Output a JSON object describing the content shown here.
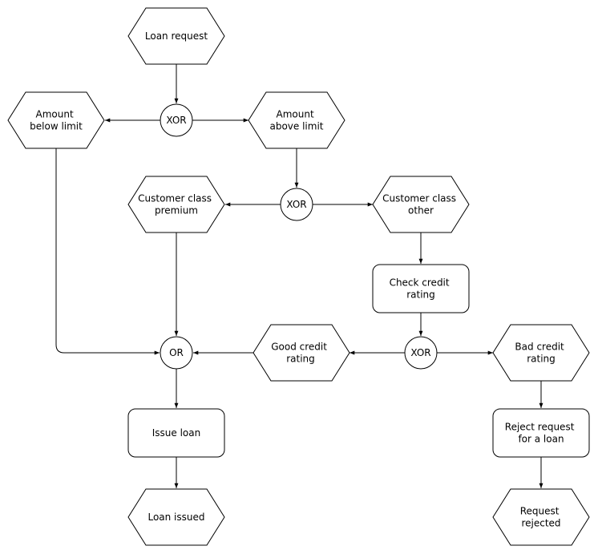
{
  "nodes": {
    "loan_request": {
      "kind": "event",
      "lines": [
        "Loan request"
      ]
    },
    "xor_1": {
      "kind": "connector",
      "lines": [
        "XOR"
      ]
    },
    "amount_below": {
      "kind": "event",
      "lines": [
        "Amount",
        "below limit"
      ]
    },
    "amount_above": {
      "kind": "event",
      "lines": [
        "Amount",
        "above limit"
      ]
    },
    "xor_2": {
      "kind": "connector",
      "lines": [
        "XOR"
      ]
    },
    "class_premium": {
      "kind": "event",
      "lines": [
        "Customer class",
        "premium"
      ]
    },
    "class_other": {
      "kind": "event",
      "lines": [
        "Customer class",
        "other"
      ]
    },
    "check_credit": {
      "kind": "function",
      "lines": [
        "Check credit",
        "rating"
      ]
    },
    "xor_3": {
      "kind": "connector",
      "lines": [
        "XOR"
      ]
    },
    "good_credit": {
      "kind": "event",
      "lines": [
        "Good credit",
        "rating"
      ]
    },
    "bad_credit": {
      "kind": "event",
      "lines": [
        "Bad credit",
        "rating"
      ]
    },
    "or_1": {
      "kind": "connector",
      "lines": [
        "OR"
      ]
    },
    "issue_loan": {
      "kind": "function",
      "lines": [
        "Issue loan"
      ]
    },
    "reject_request": {
      "kind": "function",
      "lines": [
        "Reject request",
        "for a loan"
      ]
    },
    "loan_issued": {
      "kind": "event",
      "lines": [
        "Loan issued"
      ]
    },
    "request_rejected": {
      "kind": "event",
      "lines": [
        "Request",
        "rejected"
      ]
    }
  },
  "edges": [
    {
      "from": "loan_request",
      "to": "xor_1"
    },
    {
      "from": "xor_1",
      "to": "amount_below"
    },
    {
      "from": "xor_1",
      "to": "amount_above"
    },
    {
      "from": "amount_above",
      "to": "xor_2"
    },
    {
      "from": "xor_2",
      "to": "class_premium"
    },
    {
      "from": "xor_2",
      "to": "class_other"
    },
    {
      "from": "class_other",
      "to": "check_credit"
    },
    {
      "from": "check_credit",
      "to": "xor_3"
    },
    {
      "from": "xor_3",
      "to": "good_credit"
    },
    {
      "from": "xor_3",
      "to": "bad_credit"
    },
    {
      "from": "good_credit",
      "to": "or_1"
    },
    {
      "from": "class_premium",
      "to": "or_1"
    },
    {
      "from": "amount_below",
      "to": "or_1"
    },
    {
      "from": "or_1",
      "to": "issue_loan"
    },
    {
      "from": "issue_loan",
      "to": "loan_issued"
    },
    {
      "from": "bad_credit",
      "to": "reject_request"
    },
    {
      "from": "reject_request",
      "to": "request_rejected"
    }
  ]
}
